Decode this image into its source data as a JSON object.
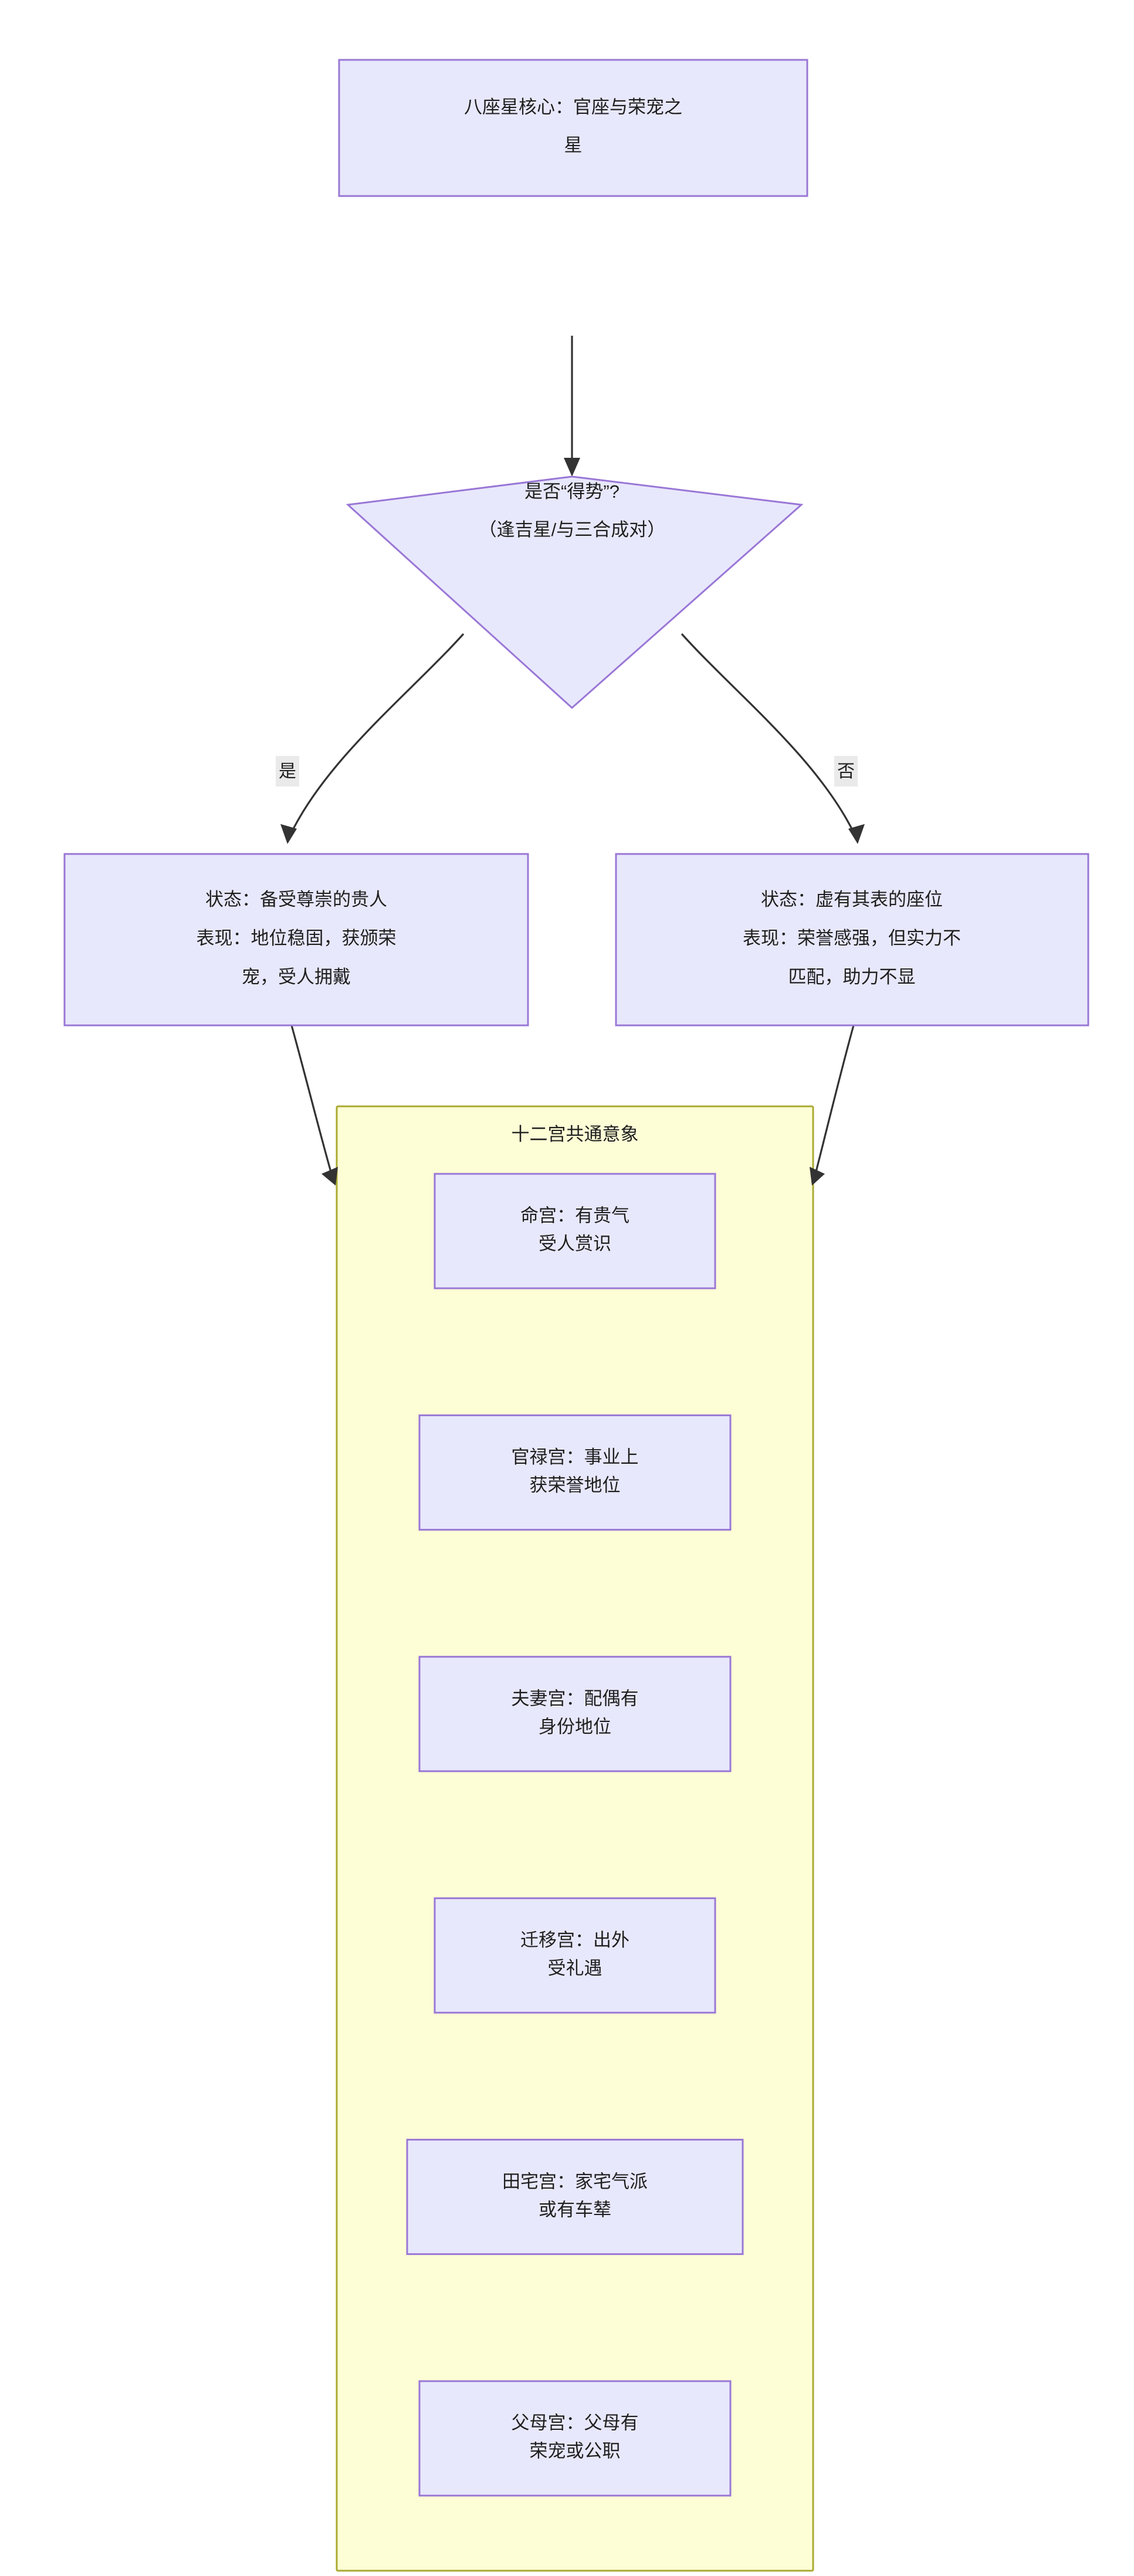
{
  "diagram": {
    "type": "flowchart",
    "direction": "top-down",
    "title_node": {
      "id": "root",
      "shape": "rect",
      "lines": [
        "八座星核心：官座与荣宠之",
        "星"
      ]
    },
    "decision": {
      "id": "decide",
      "shape": "diamond",
      "lines": [
        "是否“得势”?",
        "（逢吉星/与三合成对）"
      ]
    },
    "branches": [
      {
        "id": "yes",
        "label": "是"
      },
      {
        "id": "no",
        "label": "否"
      }
    ],
    "state_nodes": [
      {
        "id": "state-strong",
        "shape": "rect",
        "lines": [
          "状态：备受尊崇的贵人",
          "表现：地位稳固，获颁荣",
          "宠，受人拥戴"
        ]
      },
      {
        "id": "state-weak",
        "shape": "rect",
        "lines": [
          "状态：虚有其表的座位",
          "表现：荣誉感强，但实力不",
          "匹配，助力不显"
        ]
      }
    ],
    "cluster": {
      "id": "palaces",
      "title": "十二宫共通意象",
      "nodes": [
        {
          "id": "palace-ming",
          "lines": [
            "命宫：有贵气",
            "受人赏识"
          ]
        },
        {
          "id": "palace-guanlu",
          "lines": [
            "官禄宫：事业上",
            "获荣誉地位"
          ]
        },
        {
          "id": "palace-fuqi",
          "lines": [
            "夫妻宫：配偶有",
            "身份地位"
          ]
        },
        {
          "id": "palace-qianyi",
          "lines": [
            "迁移宫：出外",
            "受礼遇"
          ]
        },
        {
          "id": "palace-tianzhai",
          "lines": [
            "田宅宫：家宅气派",
            "或有车辇"
          ]
        },
        {
          "id": "palace-fumu",
          "lines": [
            "父母宫：父母有",
            "荣宠或公职"
          ]
        }
      ]
    },
    "colors": {
      "node_fill": "#e8e8fc",
      "node_stroke": "#9a77d6",
      "cluster_fill": "#fdfdd6",
      "cluster_stroke": "#aaaa33",
      "edge_stroke": "#333333",
      "text": "#1f1f1f",
      "edge_label_bg": "#eaeaea",
      "canvas": "#ffffff"
    }
  }
}
